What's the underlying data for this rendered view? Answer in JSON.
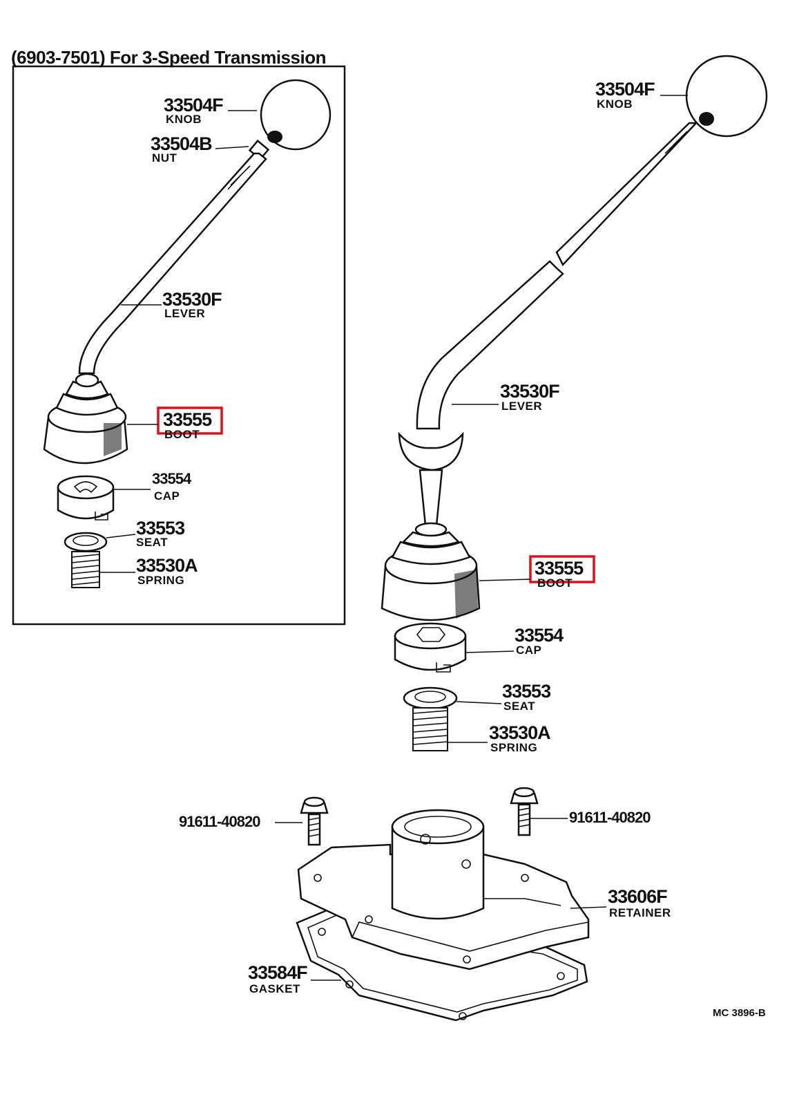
{
  "inset": {
    "title": "(6903-7501) For 3-Speed Transmission",
    "labels": {
      "knob": {
        "number": "33504F",
        "name": "KNOB"
      },
      "nut": {
        "number": "33504B",
        "name": "NUT"
      },
      "lever": {
        "number": "33530F",
        "name": "LEVER"
      },
      "boot": {
        "number": "33555",
        "name": "BOOT",
        "highlighted": true
      },
      "cap": {
        "number": "33554",
        "name": "CAP"
      },
      "seat": {
        "number": "33553",
        "name": "SEAT"
      },
      "spring": {
        "number": "33530A",
        "name": "SPRING"
      }
    }
  },
  "main": {
    "labels": {
      "knob": {
        "number": "33504F",
        "name": "KNOB"
      },
      "lever": {
        "number": "33530F",
        "name": "LEVER"
      },
      "boot": {
        "number": "33555",
        "name": "BOOT",
        "highlighted": true
      },
      "cap": {
        "number": "33554",
        "name": "CAP"
      },
      "seat": {
        "number": "33553",
        "name": "SEAT"
      },
      "spring": {
        "number": "33530A",
        "name": "SPRING"
      },
      "bolt_left": {
        "number": "91611-40820"
      },
      "bolt_right": {
        "number": "91611-40820"
      },
      "retainer": {
        "number": "33606F",
        "name": "RETAINER"
      },
      "gasket": {
        "number": "33584F",
        "name": "GASKET"
      }
    }
  },
  "reference_code": "MC 3896-B",
  "colors": {
    "highlight": "#e0101a",
    "line": "#111111",
    "background": "#ffffff"
  }
}
